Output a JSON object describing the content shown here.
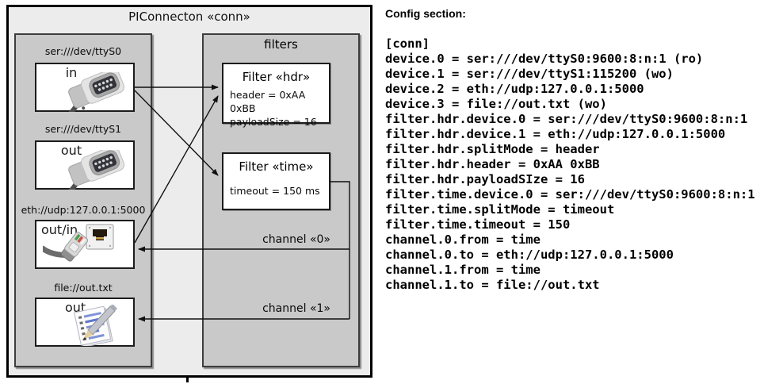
{
  "colors": {
    "frame_bg": "#ececec",
    "container_bg": "#c9c9c9",
    "box_bg": "#ffffff",
    "wire": "#111111",
    "text": "#000000"
  },
  "diagram": {
    "title": "PIConnecton «conn»",
    "filters_title": "filters",
    "devices": [
      {
        "uri": "ser:///dev/ttyS0",
        "label": "in",
        "icon": "serial-connector-icon"
      },
      {
        "uri": "ser:///dev/ttyS1",
        "label": "out",
        "icon": "serial-connector-icon"
      },
      {
        "uri": "eth://udp:127.0.0.1:5000",
        "label": "out/in",
        "icon": "ethernet-plug-icon"
      },
      {
        "uri": "file://out.txt",
        "label": "out",
        "icon": "notepad-pencil-icon"
      }
    ],
    "filters": [
      {
        "title": "Filter «hdr»",
        "attrs": [
          "header = 0xAA 0xBB",
          "payloadSize = 16"
        ]
      },
      {
        "title": "Filter «time»",
        "attrs": [
          "timeout = 150 ms"
        ]
      }
    ],
    "channels": [
      {
        "label": "channel «0»"
      },
      {
        "label": "channel «1»"
      }
    ]
  },
  "config": {
    "heading": "Config section:",
    "lines": [
      "[conn]",
      "device.0 = ser:///dev/ttyS0:9600:8:n:1 (ro)",
      "device.1 = ser:///dev/ttyS1:115200 (wo)",
      "device.2 = eth://udp:127.0.0.1:5000",
      "device.3 = file://out.txt (wo)",
      "filter.hdr.device.0 = ser:///dev/ttyS0:9600:8:n:1",
      "filter.hdr.device.1 = eth://udp:127.0.0.1:5000",
      "filter.hdr.splitMode = header",
      "filter.hdr.header = 0xAA 0xBB",
      "filter.hdr.payloadSIze = 16",
      "filter.time.device.0 = ser:///dev/ttyS0:9600:8:n:1",
      "filter.time.splitMode = timeout",
      "filter.time.timeout = 150",
      "channel.0.from = time",
      "channel.0.to = eth://udp:127.0.0.1:5000",
      "channel.1.from = time",
      "channel.1.to = file://out.txt"
    ]
  }
}
